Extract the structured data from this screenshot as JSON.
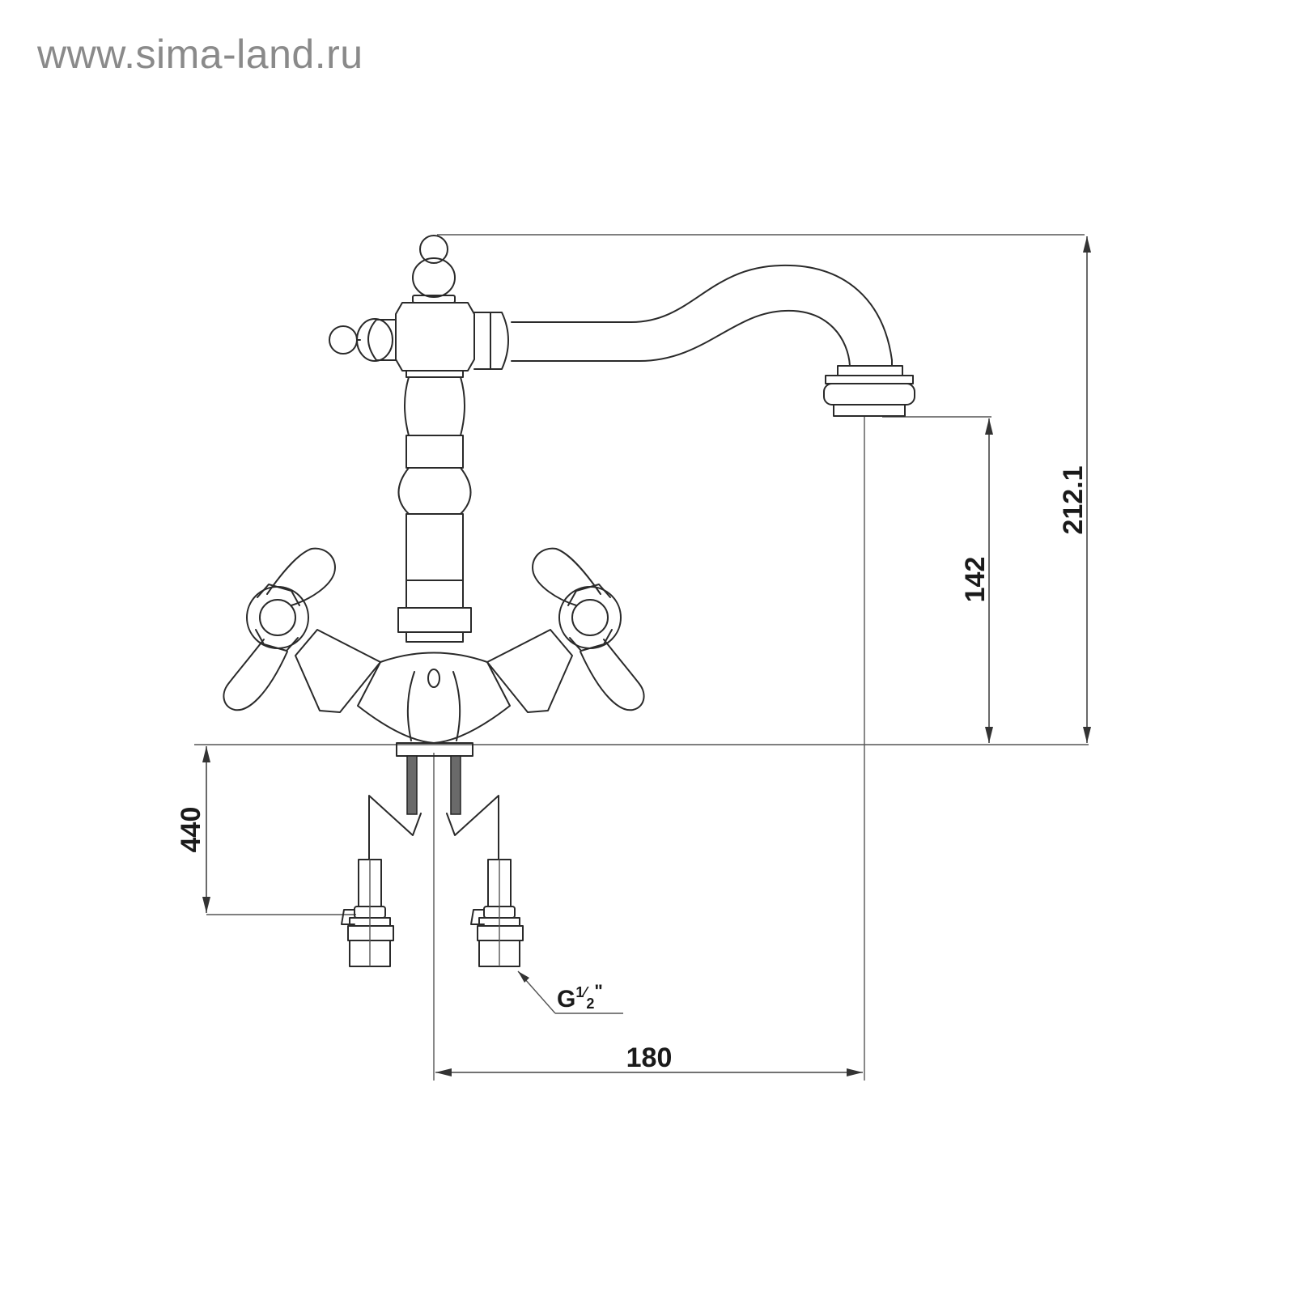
{
  "watermark": "www.sima-land.ru",
  "dimensions": {
    "overall_height": "212.1",
    "spout_height": "142",
    "hose_length": "440",
    "spout_reach": "180"
  },
  "thread": {
    "letter": "G",
    "numerator": "1",
    "denominator": "2",
    "mark": "\""
  }
}
